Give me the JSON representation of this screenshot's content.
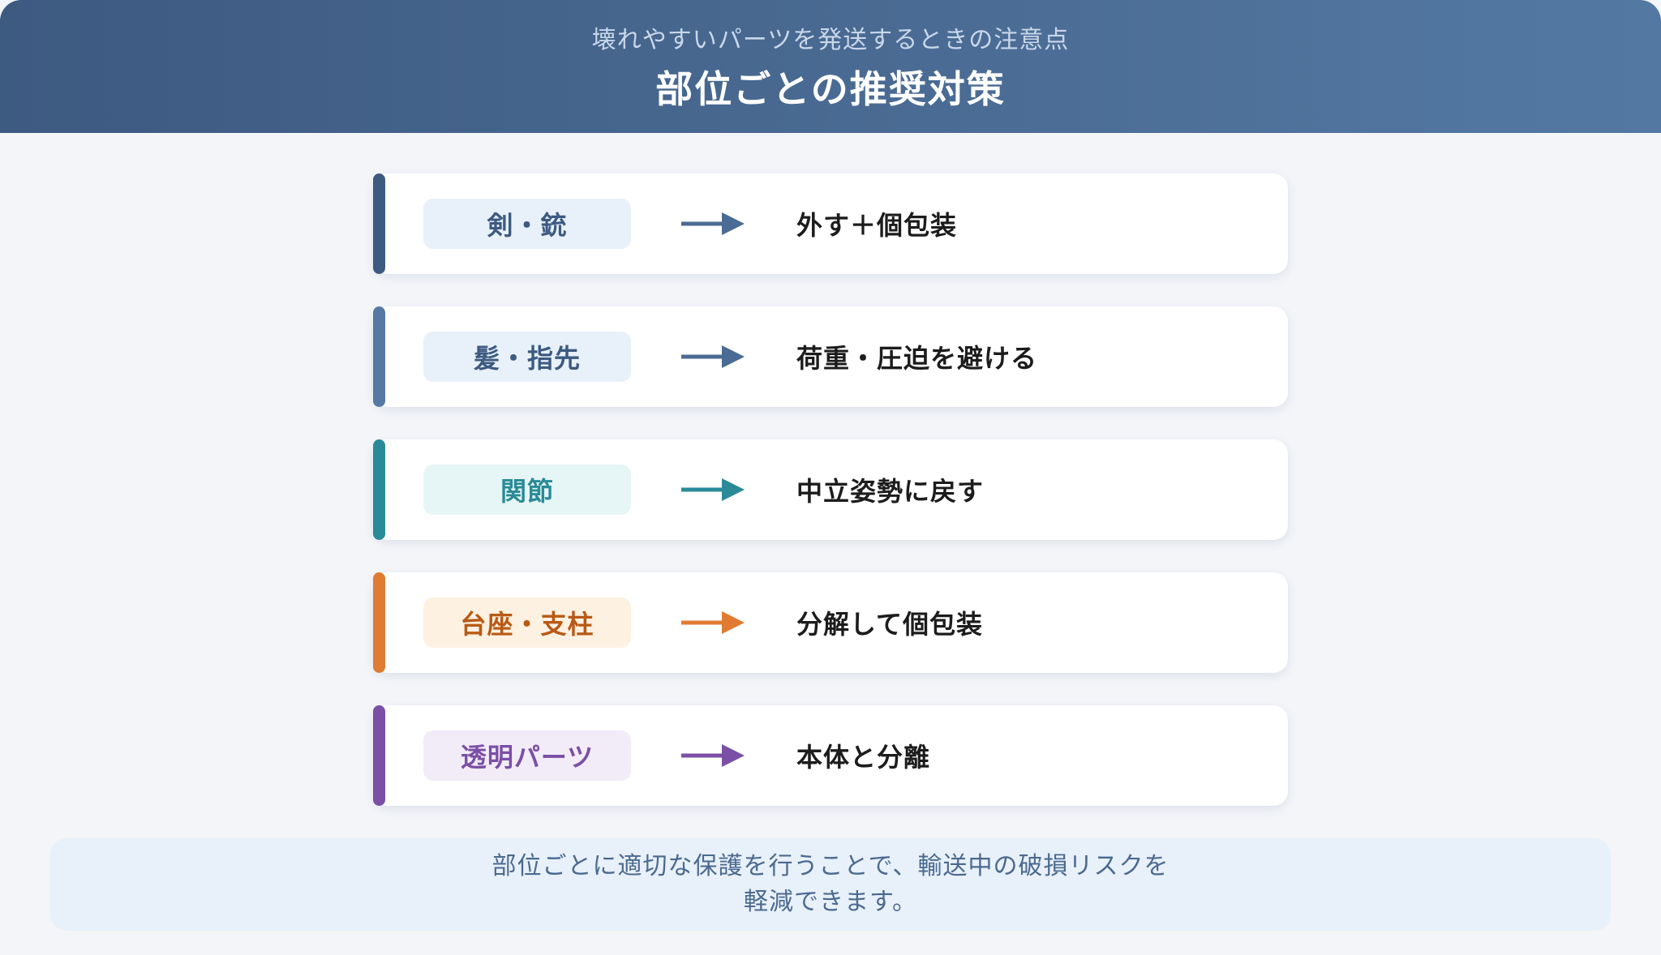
{
  "header": {
    "subtitle": "壊れやすいパーツを発送するときの注意点",
    "title": "部位ごとの推奨対策"
  },
  "rows": [
    {
      "part": "剣・銃",
      "action": "外す＋個包装",
      "accent_color": "#3d5a81",
      "tag_bg": "#e8f1fa",
      "tag_text_color": "#3d5a81",
      "arrow_color": "#4a6b93",
      "icon": "right-arrow-icon"
    },
    {
      "part": "髪・指先",
      "action": "荷重・圧迫を避ける",
      "accent_color": "#5679a3",
      "tag_bg": "#e8f1fa",
      "tag_text_color": "#3d5a81",
      "arrow_color": "#4a6b93",
      "icon": "right-arrow-icon"
    },
    {
      "part": "関節",
      "action": "中立姿勢に戻す",
      "accent_color": "#2a8a98",
      "tag_bg": "#e6f5f6",
      "tag_text_color": "#2a8a98",
      "arrow_color": "#2a8a98",
      "icon": "right-arrow-icon"
    },
    {
      "part": "台座・支柱",
      "action": "分解して個包装",
      "accent_color": "#e07b32",
      "tag_bg": "#fdf1e2",
      "tag_text_color": "#b85a14",
      "arrow_color": "#e07b32",
      "icon": "right-arrow-icon"
    },
    {
      "part": "透明パーツ",
      "action": "本体と分離",
      "accent_color": "#7b4fa6",
      "tag_bg": "#f2ecf8",
      "tag_text_color": "#7b4fa6",
      "arrow_color": "#7b4fa6",
      "icon": "right-arrow-icon"
    }
  ],
  "note": {
    "line1": "部位ごとに適切な保護を行うことで、輸送中の破損リスクを",
    "line2": "軽減できます。"
  }
}
